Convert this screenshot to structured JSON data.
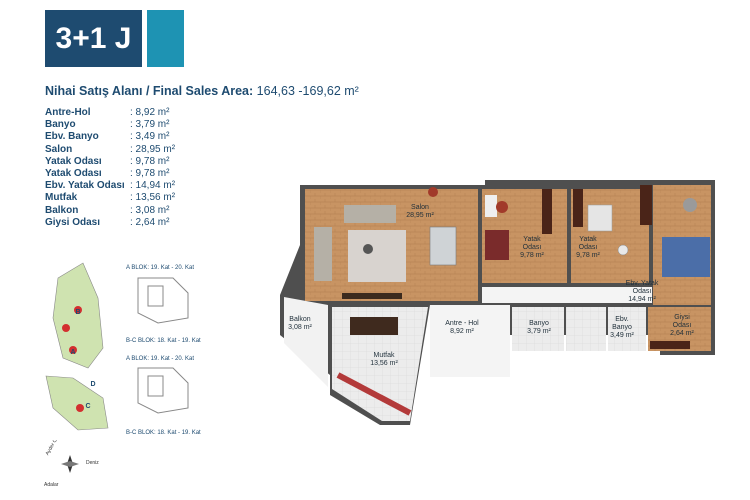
{
  "header": {
    "unit_type": "3+1 J",
    "area_label": "Nihai Satış Alanı / Final Sales Area:",
    "area_value": "164,63 -169,62 m²"
  },
  "rooms": [
    {
      "name": "Antre-Hol",
      "area": ": 8,92 m²"
    },
    {
      "name": "Banyo",
      "area": ": 3,79 m²"
    },
    {
      "name": "Ebv. Banyo",
      "area": ": 3,49 m²"
    },
    {
      "name": "Salon",
      "area": ": 28,95 m²"
    },
    {
      "name": "Yatak Odası",
      "area": ": 9,78 m²"
    },
    {
      "name": "Yatak Odası",
      "area": ": 9,78 m²"
    },
    {
      "name": "Ebv. Yatak Odası",
      "area": ": 14,94 m²"
    },
    {
      "name": "Mutfak",
      "area": ": 13,56 m²"
    },
    {
      "name": "Balkon",
      "area": ": 3,08 m²"
    },
    {
      "name": "Giysi Odası",
      "area": ": 2,64 m²"
    }
  ],
  "plan_labels": {
    "salon": "Salon",
    "salon_area": "28,95 m²",
    "yatak1_a": "Yatak",
    "yatak1_b": "Odası",
    "yatak1_area": "9,78 m²",
    "yatak2_a": "Yatak",
    "yatak2_b": "Odası",
    "yatak2_area": "9,78 m²",
    "ebv_yatak_a": "Ebv. Yatak",
    "ebv_yatak_b": "Odası",
    "ebv_yatak_area": "14,94 m²",
    "balkon": "Balkon",
    "balkon_area": "3,08 m²",
    "antre": "Antre - Hol",
    "antre_area": "8,92 m²",
    "banyo": "Banyo",
    "banyo_area": "3,79 m²",
    "ebv_banyo_a": "Ebv.",
    "ebv_banyo_b": "Banyo",
    "ebv_banyo_area": "3,49 m²",
    "giysi_a": "Giysi",
    "giysi_b": "Odası",
    "giysi_area": "2,64 m²",
    "mutfak": "Mutfak",
    "mutfak_area": "13,56 m²"
  },
  "keyplan": {
    "block_a_top": "A BLOK: 19. Kat - 20. Kat",
    "block_bc_top": "B-C BLOK: 18. Kat - 19. Kat",
    "block_a_bottom": "A BLOK: 19. Kat - 20. Kat",
    "block_bc_bottom": "B-C BLOK: 18. Kat - 19. Kat",
    "letter_a": "A",
    "letter_b": "B",
    "letter_c": "C",
    "letter_d": "D"
  },
  "compass": {
    "north_label": "Ayder Ormanı",
    "east_label": "Deniz",
    "south_label": "Adalar"
  },
  "colors": {
    "navy": "#1e4b70",
    "teal": "#1e93b3",
    "wall": "#5a5a5a",
    "wood": "#c89463",
    "tile": "#e8e8e8"
  }
}
